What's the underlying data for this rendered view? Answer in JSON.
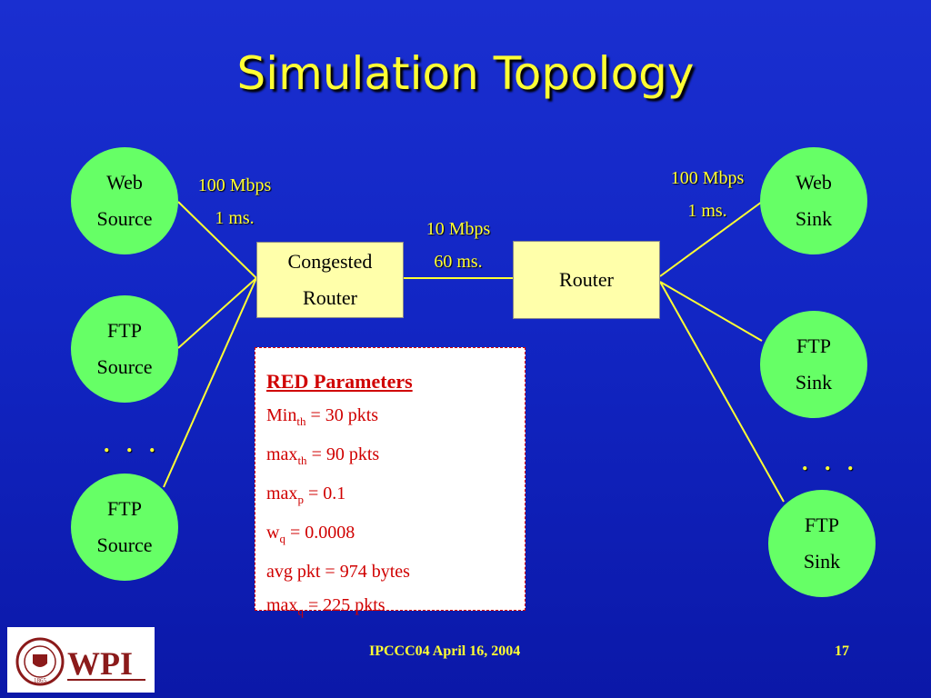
{
  "title": "Simulation Topology",
  "nodes": {
    "web_source": [
      "Web",
      "Source"
    ],
    "ftp_source_1": [
      "FTP",
      "Source"
    ],
    "ftp_source_2": [
      "FTP",
      "Source"
    ],
    "web_sink": [
      "Web",
      "Sink"
    ],
    "ftp_sink_1": [
      "FTP",
      "Sink"
    ],
    "ftp_sink_2": [
      "FTP",
      "Sink"
    ]
  },
  "boxes": {
    "congested_router": [
      "Congested",
      "Router"
    ],
    "router": "Router"
  },
  "links": {
    "left": [
      "100 Mbps",
      "1 ms."
    ],
    "middle": [
      "10 Mbps",
      "60 ms."
    ],
    "right": [
      "100 Mbps",
      "1 ms."
    ]
  },
  "ellipsis": ". . .",
  "red_parameters": {
    "heading": "RED Parameters",
    "rows": [
      {
        "name": "Min",
        "sub": "th",
        "value": " = 30 pkts"
      },
      {
        "name": "max",
        "sub": "th",
        "value": " = 90 pkts"
      },
      {
        "name": "max",
        "sub": "p",
        "value": " =  0.1"
      },
      {
        "name": "w",
        "sub": "q",
        "value": " =  0.0008"
      },
      {
        "name": "avg pkt = 974 bytes",
        "sub": "",
        "value": ""
      },
      {
        "name": "max",
        "sub": "q",
        "value": " =  225 pkts"
      }
    ]
  },
  "logo": {
    "text": "WPI",
    "seal_year": "1865"
  },
  "footer": {
    "event": "IPCCC04  April 16, 2004",
    "page": "17"
  },
  "colors": {
    "title": "#ffff33",
    "node": "#66ff66",
    "box": "#ffffaa",
    "params": "#d00000",
    "background": "#1226c4"
  }
}
